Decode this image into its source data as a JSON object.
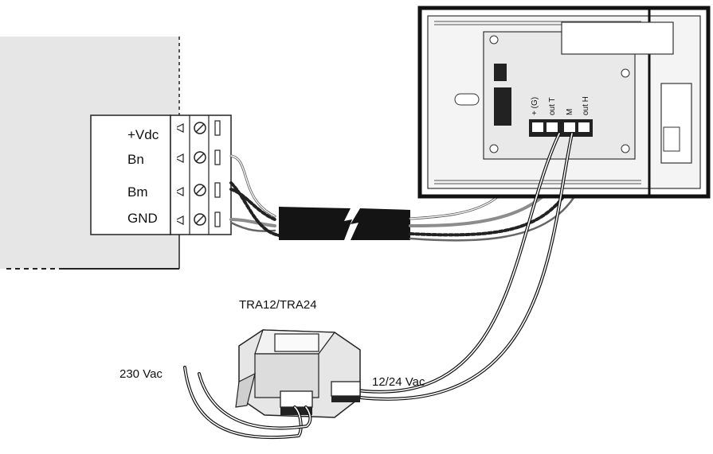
{
  "controller_terminals": [
    "+Vdc",
    "Bn",
    "Bm",
    "GND"
  ],
  "device_terminals": [
    "+ (G)",
    "out T",
    "M",
    "out H"
  ],
  "transformer": {
    "model": "TRA12/TRA24",
    "primary_voltage": "230 Vac",
    "secondary_voltage": "12/24 Vac"
  },
  "colors": {
    "panel_gray": "#e6e6e6",
    "line": "#111111",
    "cable_jacket": "#141414",
    "wire_gray": "#8c8c8c"
  }
}
